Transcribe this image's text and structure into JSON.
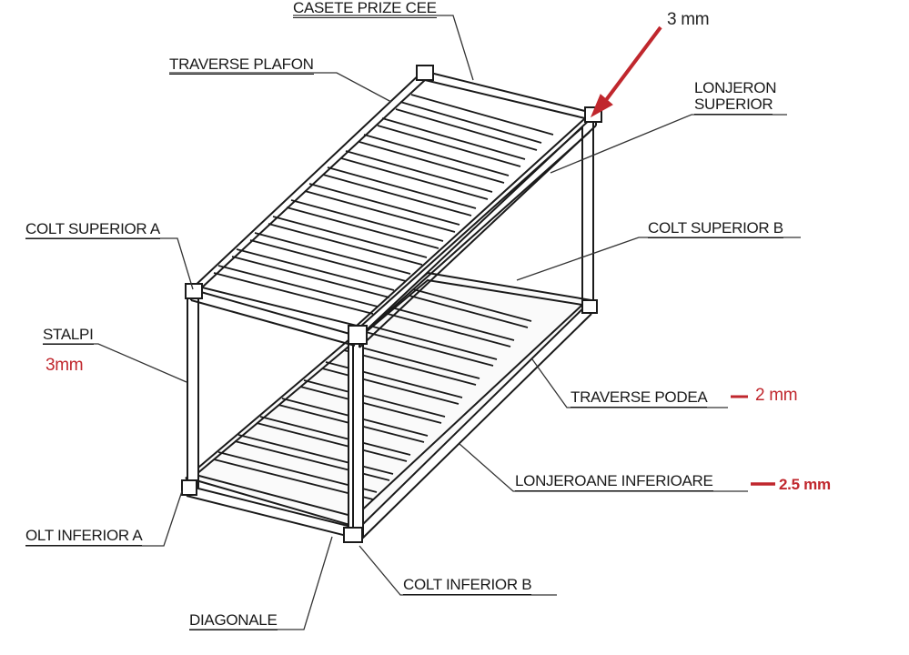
{
  "labels": {
    "casete_prize_cee": "CASETE PRIZE CEE",
    "traverse_plafon": "TRAVERSE PLAFON",
    "lonjeron_superior_1": "LONJERON",
    "lonjeron_superior_2": "SUPERIOR",
    "colt_superior_a": "COLT SUPERIOR A",
    "colt_superior_b": "COLT SUPERIOR B",
    "stalpi": "STALPI",
    "traverse_podea": "TRAVERSE PODEA",
    "lonjeroane_inferioare": "LONJEROANE INFERIOARE",
    "colt_inferior_a": "OLT INFERIOR A",
    "colt_inferior_b": "COLT INFERIOR B",
    "diagonale": "DIAGONALE"
  },
  "dimensions": {
    "top_corner": "3 mm",
    "stalpi": "3mm",
    "traverse_podea": "2 mm",
    "lonjeroane_inferioare": "2.5 mm"
  },
  "colors": {
    "line": "#1a1a1a",
    "annotation_red": "#c0272d",
    "background": "#ffffff"
  }
}
